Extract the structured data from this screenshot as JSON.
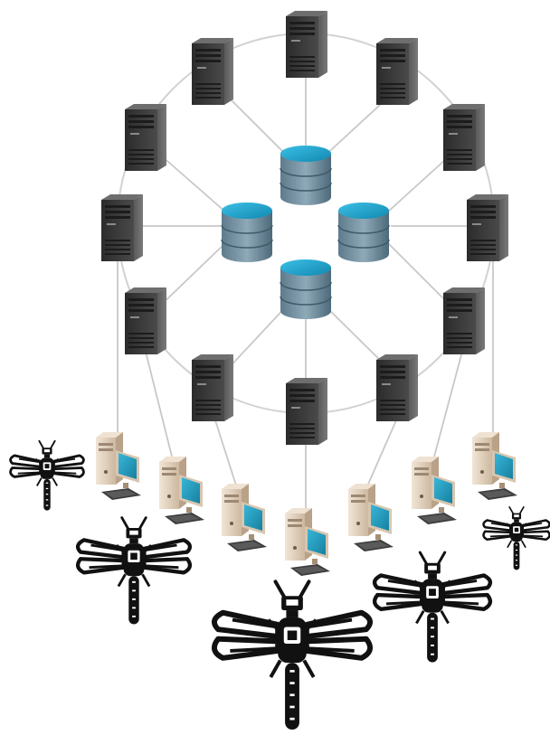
{
  "diagram": {
    "colors": {
      "background": "#ffffff",
      "connector": "#c8c8c8",
      "ring": "#d2d2d2",
      "server_body": "#3a3a3a",
      "database": "#1d9cc4",
      "insect": "#111111",
      "pc_case": "#e3d3c0",
      "pc_screen": "#2a9fc0"
    },
    "servers": [
      {
        "id": "server-1",
        "icon": "server-tower-icon"
      },
      {
        "id": "server-2",
        "icon": "server-tower-icon"
      },
      {
        "id": "server-3",
        "icon": "server-tower-icon"
      },
      {
        "id": "server-4",
        "icon": "server-tower-icon"
      },
      {
        "id": "server-5",
        "icon": "server-tower-icon"
      },
      {
        "id": "server-6",
        "icon": "server-tower-icon"
      },
      {
        "id": "server-7",
        "icon": "server-tower-icon"
      },
      {
        "id": "server-8",
        "icon": "server-tower-icon"
      },
      {
        "id": "server-9",
        "icon": "server-tower-icon"
      },
      {
        "id": "server-10",
        "icon": "server-tower-icon"
      },
      {
        "id": "server-11",
        "icon": "server-tower-icon"
      },
      {
        "id": "server-12",
        "icon": "server-tower-icon"
      }
    ],
    "databases": [
      {
        "id": "database-top",
        "icon": "database-cylinder-icon"
      },
      {
        "id": "database-left",
        "icon": "database-cylinder-icon"
      },
      {
        "id": "database-right",
        "icon": "database-cylinder-icon"
      },
      {
        "id": "database-bottom",
        "icon": "database-cylinder-icon"
      }
    ],
    "workstations": [
      {
        "id": "pc-1",
        "icon": "desktop-computer-icon"
      },
      {
        "id": "pc-2",
        "icon": "desktop-computer-icon"
      },
      {
        "id": "pc-3",
        "icon": "desktop-computer-icon"
      },
      {
        "id": "pc-4",
        "icon": "desktop-computer-icon"
      },
      {
        "id": "pc-5",
        "icon": "desktop-computer-icon"
      },
      {
        "id": "pc-6",
        "icon": "desktop-computer-icon"
      },
      {
        "id": "pc-7",
        "icon": "desktop-computer-icon"
      }
    ],
    "insects": [
      {
        "id": "dragonfly-1",
        "icon": "dragonfly-bug-icon"
      },
      {
        "id": "dragonfly-2",
        "icon": "dragonfly-bug-icon"
      },
      {
        "id": "dragonfly-3",
        "icon": "dragonfly-bug-icon"
      },
      {
        "id": "dragonfly-4",
        "icon": "dragonfly-bug-icon"
      },
      {
        "id": "dragonfly-5",
        "icon": "dragonfly-bug-icon"
      }
    ]
  }
}
